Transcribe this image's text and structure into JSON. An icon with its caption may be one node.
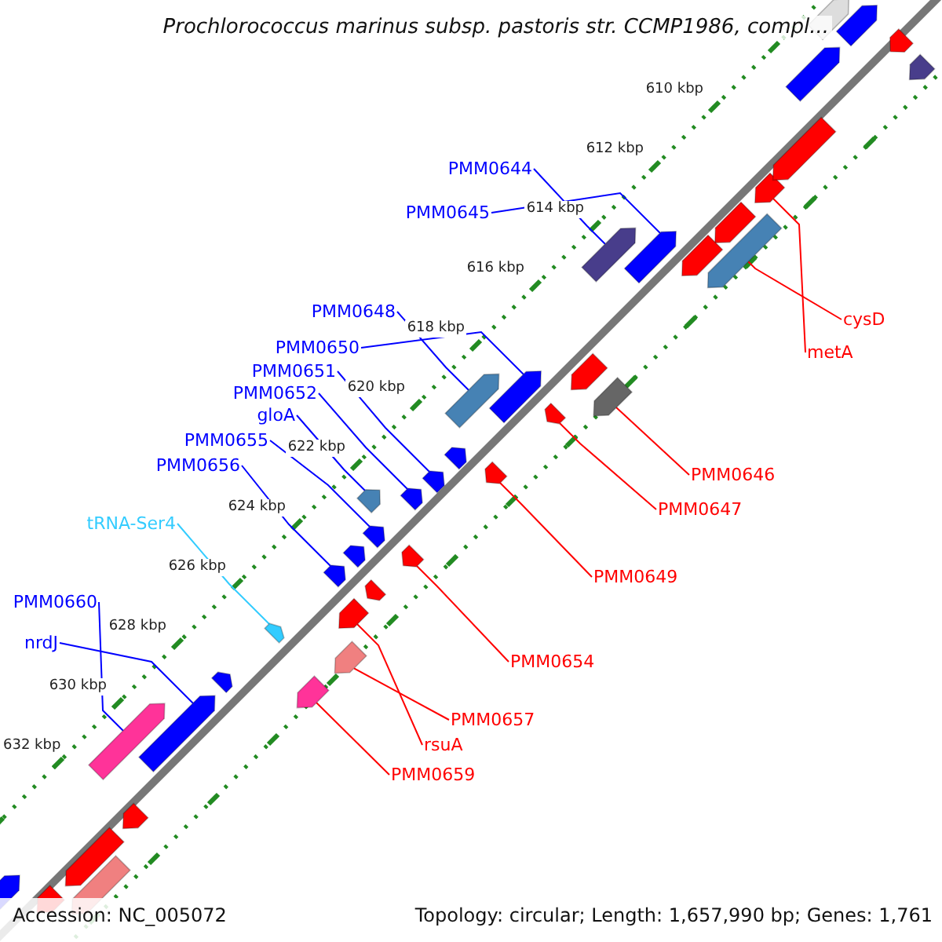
{
  "diagram": {
    "title": "Prochlorococcus marinus subsp. pastoris str. CCMP1986, compl...",
    "nodes": [
      {
        "text": [
          "PMM0644"
        ]
      },
      {
        "text": [],
        "shape": "arrow"
      },
      {
        "text": [
          "PMM0645"
        ]
      },
      {
        "text": [],
        "shape": "arrow"
      },
      {
        "text": [
          "PMM0648"
        ]
      },
      {
        "text": [],
        "shape": "arrow"
      },
      {
        "text": [
          "PMM0650"
        ]
      },
      {
        "text": [],
        "shape": "arrow"
      },
      {
        "text": [
          "PMM0651"
        ]
      },
      {
        "text": [],
        "shape": "arrow"
      },
      {
        "text": [
          "PMM0652"
        ]
      },
      {
        "text": [],
        "shape": "arrow"
      },
      {
        "text": [
          "gloA"
        ]
      },
      {
        "text": [],
        "shape": "arrow"
      },
      {
        "text": [
          "PMM0655"
        ]
      },
      {
        "text": [],
        "shape": "arrow"
      },
      {
        "text": [
          "PMM0656"
        ]
      },
      {
        "text": [],
        "shape": "arrow"
      },
      {
        "text": [
          "tRNA-Ser4"
        ]
      },
      {
        "text": [],
        "shape": "arrow"
      },
      {
        "text": [
          "PMM0660"
        ]
      },
      {
        "text": [],
        "shape": "arrow"
      },
      {
        "text": [
          "nrdJ"
        ]
      },
      {
        "text": [],
        "shape": "arrow"
      },
      {
        "text": [
          "cysD"
        ]
      },
      {
        "text": [],
        "shape": "arrow"
      },
      {
        "text": [
          "metA"
        ]
      },
      {
        "text": [],
        "shape": "arrow"
      },
      {
        "text": [
          "PMM0646"
        ]
      },
      {
        "text": [],
        "shape": "arrow"
      },
      {
        "text": [
          "PMM0647"
        ]
      },
      {
        "text": [],
        "shape": "arrow"
      },
      {
        "text": [
          "PMM0649"
        ]
      },
      {
        "text": [],
        "shape": "arrow"
      },
      {
        "text": [
          "PMM0654"
        ]
      },
      {
        "text": [],
        "shape": "arrow"
      },
      {
        "text": [
          "PMM0657"
        ]
      },
      {
        "text": [],
        "shape": "arrow"
      },
      {
        "text": [
          "rsuA"
        ]
      },
      {
        "text": [],
        "shape": "arrow"
      },
      {
        "text": [
          "PMM0659"
        ]
      },
      {
        "text": [],
        "shape": "arrow"
      },
      {
        "text": [],
        "shape": "arrow"
      },
      {
        "text": [],
        "shape": "arrow"
      },
      {
        "text": [],
        "shape": "arrow"
      },
      {
        "text": [],
        "shape": "arrow"
      },
      {
        "text": [],
        "shape": "arrow"
      },
      {
        "text": [],
        "shape": "arrow"
      },
      {
        "text": [],
        "shape": "arrow"
      },
      {
        "text": [],
        "shape": "arrow"
      },
      {
        "text": [],
        "shape": "arrow"
      },
      {
        "text": [],
        "shape": "arrow"
      },
      {
        "text": [],
        "shape": "arrow"
      },
      {
        "text": [],
        "shape": "arrow"
      },
      {
        "text": [],
        "shape": "arrow"
      },
      {
        "text": [],
        "shape": "arrow"
      },
      {
        "text": [],
        "shape": "arrow"
      },
      {
        "text": [],
        "shape": "arrow"
      },
      {
        "text": [],
        "shape": "arrow"
      },
      {
        "text": [],
        "shape": "arrow"
      }
    ],
    "edges": [
      {
        "from": 0,
        "to": 1,
        "arrow": "none"
      },
      {
        "from": 2,
        "to": 3,
        "arrow": "none"
      },
      {
        "from": 4,
        "to": 5,
        "arrow": "none"
      },
      {
        "from": 6,
        "to": 7,
        "arrow": "none"
      },
      {
        "from": 8,
        "to": 9,
        "arrow": "none"
      },
      {
        "from": 10,
        "to": 11,
        "arrow": "none"
      },
      {
        "from": 12,
        "to": 13,
        "arrow": "none"
      },
      {
        "from": 14,
        "to": 15,
        "arrow": "none"
      },
      {
        "from": 16,
        "to": 17,
        "arrow": "none"
      },
      {
        "from": 18,
        "to": 19,
        "arrow": "none",
        "color": "#33ccff"
      },
      {
        "from": 20,
        "to": 21,
        "arrow": "none"
      },
      {
        "from": 22,
        "to": 23,
        "arrow": "none"
      },
      {
        "from": 24,
        "to": 25,
        "arrow": "none",
        "color": "#ff0000"
      },
      {
        "from": 26,
        "to": 27,
        "arrow": "none",
        "color": "#ff0000"
      },
      {
        "from": 28,
        "to": 29,
        "arrow": "none",
        "color": "#ff0000"
      },
      {
        "from": 30,
        "to": 31,
        "arrow": "none",
        "color": "#ff0000"
      },
      {
        "from": 32,
        "to": 33,
        "arrow": "none",
        "color": "#ff0000"
      },
      {
        "from": 34,
        "to": 35,
        "arrow": "none",
        "color": "#ff0000"
      },
      {
        "from": 36,
        "to": 37,
        "arrow": "none",
        "color": "#ff0000"
      },
      {
        "from": 38,
        "to": 39,
        "arrow": "none",
        "color": "#ff0000"
      },
      {
        "from": 40,
        "to": 41,
        "arrow": "none",
        "color": "#ff0000"
      }
    ],
    "labels": [
      "610 kbp",
      "612 kbp",
      "614 kbp",
      "616 kbp",
      "618 kbp",
      "620 kbp",
      "622 kbp",
      "624 kbp",
      "626 kbp",
      "628 kbp",
      "630 kbp",
      "632 kbp",
      "Accession: NC_005072",
      "Topology: circular; Length: 1,657,990 bp; Genes: 1,761"
    ]
  }
}
